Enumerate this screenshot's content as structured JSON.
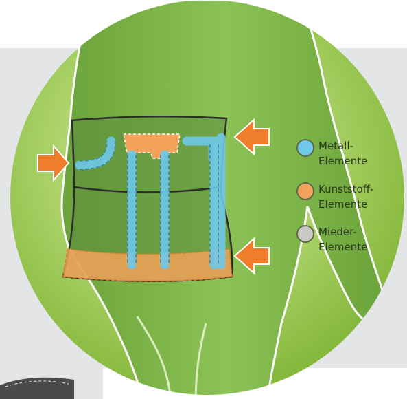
{
  "figure": {
    "legend": [
      {
        "label": "Metall-\nElemente",
        "color": "#6fc8e8"
      },
      {
        "label": "Kunststoff-\nElemente",
        "color": "#f2a25a"
      },
      {
        "label": "Mieder-\nElemente",
        "color": "#c9c8c4"
      }
    ],
    "arrow_color": "#ef7d2a",
    "body_color": "#7fb64a",
    "circle_color": "#9fcc57"
  }
}
